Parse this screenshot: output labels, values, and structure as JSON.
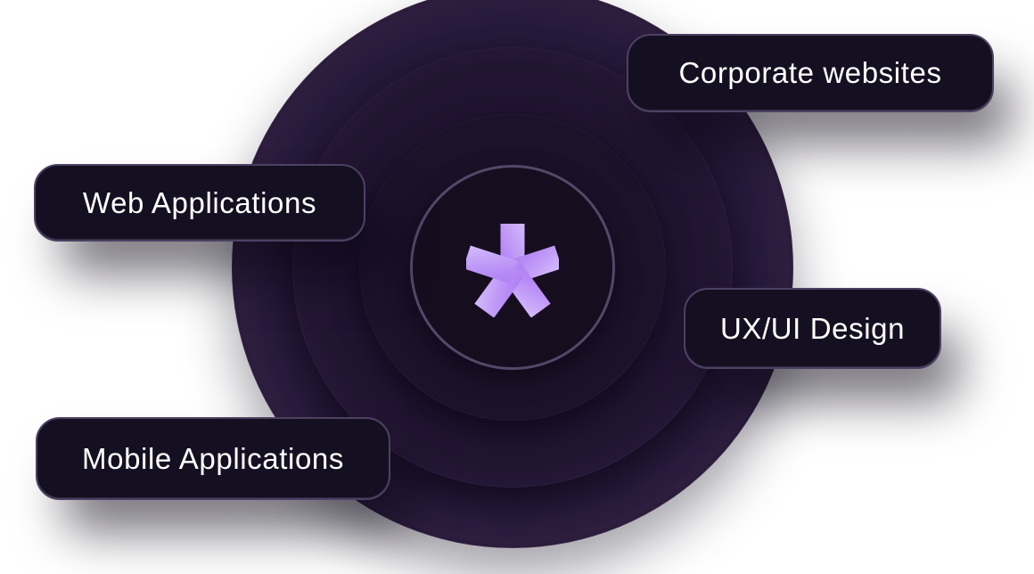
{
  "graphic": {
    "description": "services-hub-diagram",
    "hub_icon": "asterisk-logo"
  },
  "pills": {
    "corporate": {
      "label": "Corporate websites"
    },
    "web": {
      "label": "Web Applications"
    },
    "ux": {
      "label": "UX/UI Design"
    },
    "mobile": {
      "label": "Mobile Applications"
    }
  },
  "palette": {
    "background": "#ffffff",
    "ring_outer": "#27193a",
    "ring_middle": "#221532",
    "ring_inner": "#1d1129",
    "hub_fill": "#160d1f",
    "hub_stroke": "#534868",
    "pill_bg": "#151021",
    "pill_border": "#4c4162",
    "label_text": "#ffffff",
    "asterisk_gradient_from": "#9a5fee",
    "asterisk_gradient_mid": "#b78bf5",
    "asterisk_gradient_to": "#e6d9ff"
  }
}
